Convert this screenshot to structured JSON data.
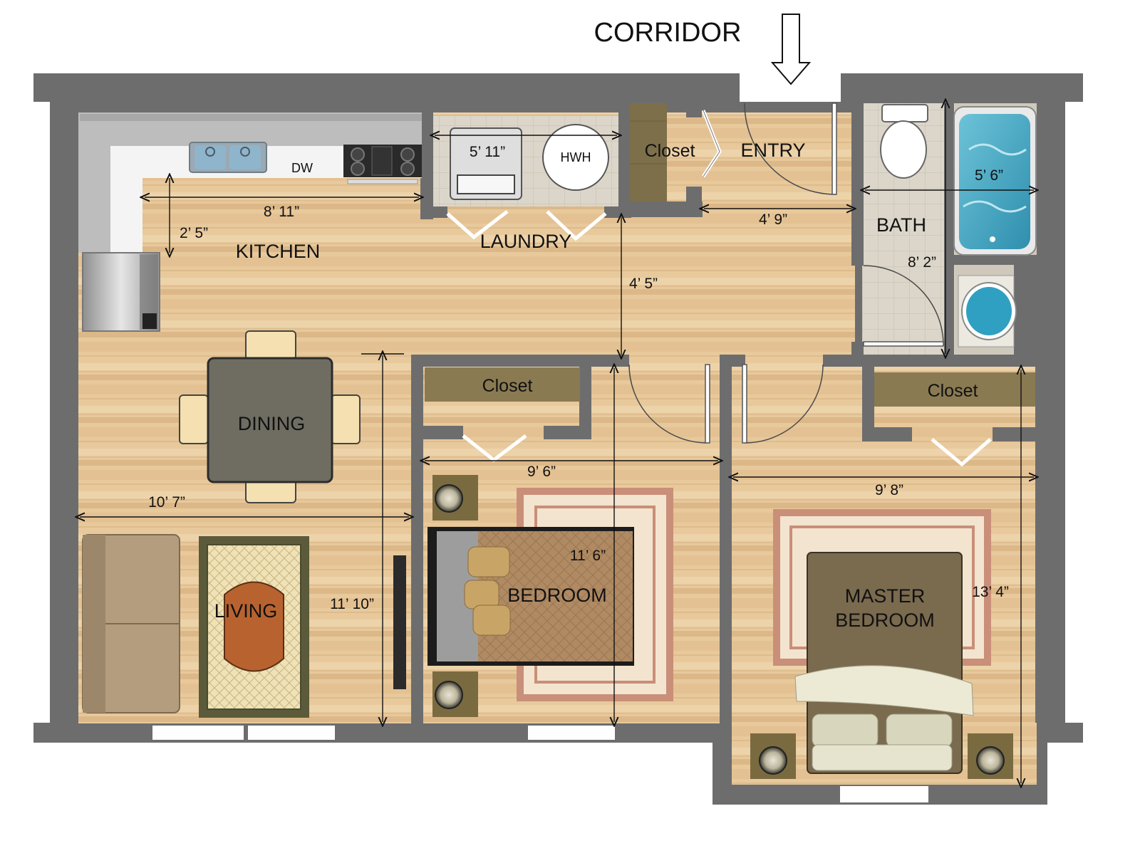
{
  "plan": {
    "corridor_label": "CORRIDOR",
    "rooms": {
      "kitchen": "KITCHEN",
      "laundry": "LAUNDRY",
      "entry": "ENTRY",
      "bath": "BATH",
      "dining": "DINING",
      "living": "LIVING",
      "bedroom": "BEDROOM",
      "master_line1": "MASTER",
      "master_line2": "BEDROOM",
      "closet_entry": "Closet",
      "closet_bedroom": "Closet",
      "closet_master": "Closet"
    },
    "fixtures": {
      "dishwasher": "DW",
      "water_heater": "HWH"
    },
    "dimensions": {
      "kitchen_width": "8’ 11”",
      "kitchen_depth": "2’ 5”",
      "laundry_width": "5’ 11”",
      "entry_width": "4’ 9”",
      "hall_depth": "4’ 5”",
      "bath_tub": "5’ 6”",
      "bath_length": "8’ 2”",
      "living_width": "10’ 7”",
      "living_depth": "11’ 10”",
      "bedroom_width": "9’ 6”",
      "bedroom_depth": "11’ 6”",
      "master_width": "9’ 8”",
      "master_depth": "13’ 4”"
    },
    "colors": {
      "wall": "#6d6d6d",
      "floor": "#e6c79a",
      "floor_stripe": "#d9b583",
      "closet": "#7d6f4a",
      "bath_tile": "#d6d0c4",
      "water": "#3fa9c4",
      "counter": "#c8c8c8",
      "table": "#6f6c62",
      "rug_border": "#c98f78",
      "master_bed": "#7a6a4e"
    }
  }
}
